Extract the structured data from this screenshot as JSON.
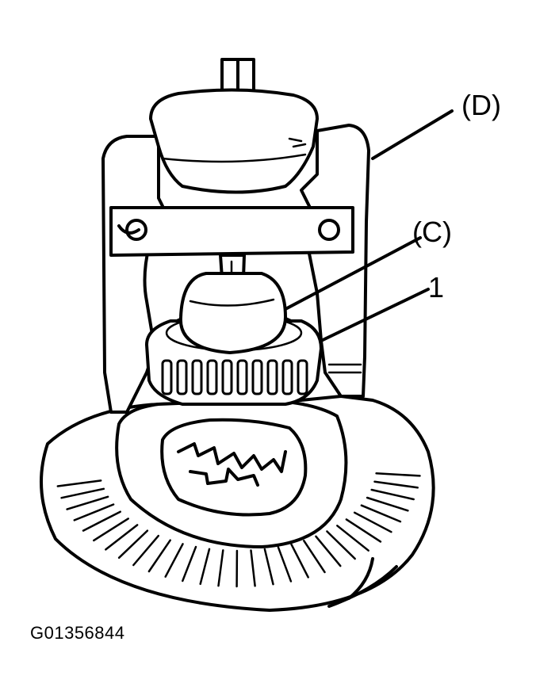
{
  "diagram": {
    "labels": {
      "puller": "(D)",
      "attachment": "(C)",
      "bearing": "1"
    },
    "figure_id": "G01356844"
  }
}
